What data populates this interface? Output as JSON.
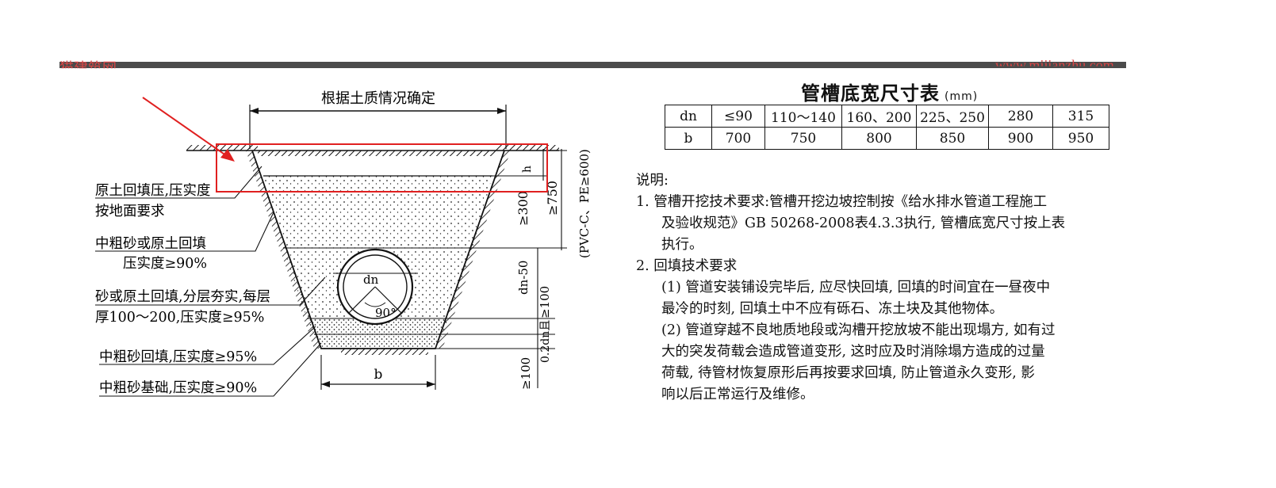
{
  "watermark": {
    "left": "猫建筑网",
    "right": "www.mjjianzhu.com"
  },
  "drawing": {
    "top_label": "根据土质情况确定",
    "labels": {
      "backfill_original": [
        "原土回填压,压实度",
        "按地面要求"
      ],
      "coarse_sand_or_soil": [
        "中粗砂或原土回填",
        "压实度≥90%"
      ],
      "layered": [
        "砂或原土回填,分层夯实,每层",
        "厚100～200,压实度≥95%"
      ],
      "coarse_backfill": "中粗砂回填,压实度≥95%",
      "coarse_base": "中粗砂基础,压实度≥90%"
    },
    "dims": {
      "h": "h",
      "ge300": "≥300",
      "ge750": "≥750",
      "pvc": "(PVC-C、PE≥600)",
      "dn50": "dn-50",
      "ge100_a": "≥100",
      "dn02": "0.2dn且",
      "ge100_b": "≥100",
      "b": "b",
      "dn": "dn",
      "angle": "90°"
    }
  },
  "table": {
    "title": "管槽底宽尺寸表",
    "unit": "(mm)",
    "row_dn": [
      "dn",
      "≤90",
      "110～140",
      "160、200",
      "225、250",
      "280",
      "315"
    ],
    "row_b": [
      "b",
      "700",
      "750",
      "800",
      "850",
      "900",
      "950"
    ]
  },
  "notes": {
    "heading": "说明:",
    "item1": [
      "1. 管槽开挖技术要求:管槽开挖边坡控制按《给水排水管道工程施工",
      "及验收规范》GB 50268-2008表4.3.3执行, 管槽底宽尺寸按上表",
      "执行。"
    ],
    "item2": "2. 回填技术要求",
    "sub1": [
      "(1) 管道安装铺设完毕后, 应尽快回填, 回填的时间宜在一昼夜中",
      "最冷的时刻, 回填土中不应有砾石、冻土块及其他物体。"
    ],
    "sub2": [
      "(2) 管道穿越不良地质地段或沟槽开挖放坡不能出现塌方, 如有过",
      "大的突发荷载会造成管道变形, 这时应及时消除塌方造成的过量",
      "荷载, 待管材恢复原形后再按要求回填, 防止管道永久变形, 影",
      "响以后正常运行及维修。"
    ]
  },
  "annotation": {
    "color": "#e02020"
  }
}
